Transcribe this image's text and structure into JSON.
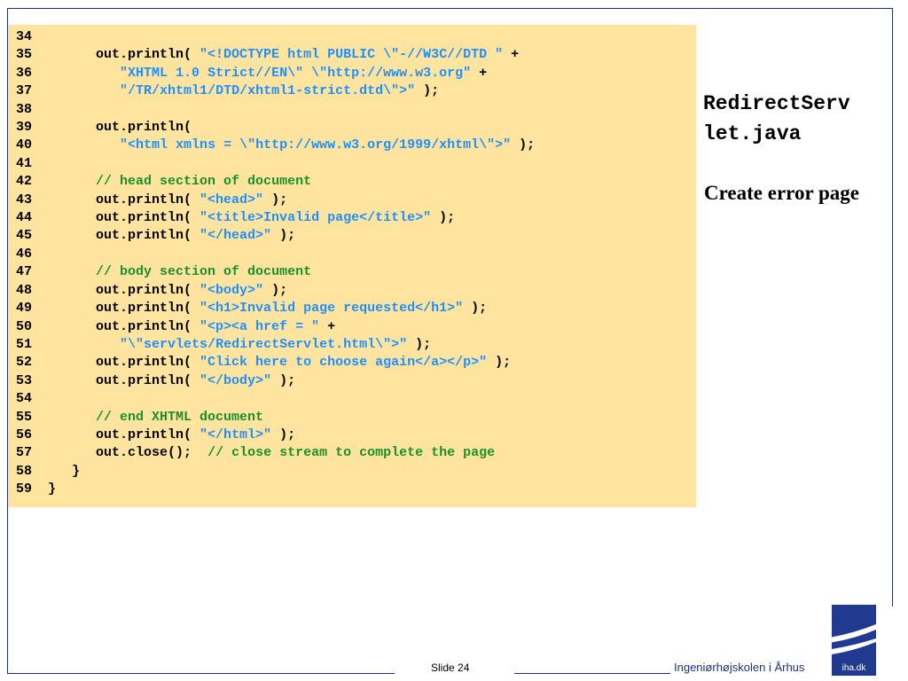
{
  "code_lines": [
    {
      "n": "34",
      "parts": []
    },
    {
      "n": "35",
      "parts": [
        {
          "t": "        out.println( ",
          "k": "plain"
        },
        {
          "t": "\"<!DOCTYPE html PUBLIC \\\"-//W3C//DTD \"",
          "k": "str"
        },
        {
          "t": " +",
          "k": "plain"
        }
      ]
    },
    {
      "n": "36",
      "parts": [
        {
          "t": "           ",
          "k": "plain"
        },
        {
          "t": "\"XHTML 1.0 Strict//EN\\\" \\\"http://www.w3.org\"",
          "k": "str"
        },
        {
          "t": " +",
          "k": "plain"
        }
      ]
    },
    {
      "n": "37",
      "parts": [
        {
          "t": "           ",
          "k": "plain"
        },
        {
          "t": "\"/TR/xhtml1/DTD/xhtml1-strict.dtd\\\">\"",
          "k": "str"
        },
        {
          "t": " );",
          "k": "plain"
        }
      ]
    },
    {
      "n": "38",
      "parts": []
    },
    {
      "n": "39",
      "parts": [
        {
          "t": "        out.println(",
          "k": "plain"
        }
      ]
    },
    {
      "n": "40",
      "parts": [
        {
          "t": "           ",
          "k": "plain"
        },
        {
          "t": "\"<html xmlns = \\\"http://www.w3.org/1999/xhtml\\\">\"",
          "k": "str"
        },
        {
          "t": " );",
          "k": "plain"
        }
      ]
    },
    {
      "n": "41",
      "parts": []
    },
    {
      "n": "42",
      "parts": [
        {
          "t": "        ",
          "k": "plain"
        },
        {
          "t": "// head section of document",
          "k": "cmt"
        }
      ]
    },
    {
      "n": "43",
      "parts": [
        {
          "t": "        out.println( ",
          "k": "plain"
        },
        {
          "t": "\"<head>\"",
          "k": "str"
        },
        {
          "t": " );",
          "k": "plain"
        }
      ]
    },
    {
      "n": "44",
      "parts": [
        {
          "t": "        out.println( ",
          "k": "plain"
        },
        {
          "t": "\"<title>Invalid page</title>\"",
          "k": "str"
        },
        {
          "t": " );",
          "k": "plain"
        }
      ]
    },
    {
      "n": "45",
      "parts": [
        {
          "t": "        out.println( ",
          "k": "plain"
        },
        {
          "t": "\"</head>\"",
          "k": "str"
        },
        {
          "t": " );",
          "k": "plain"
        }
      ]
    },
    {
      "n": "46",
      "parts": []
    },
    {
      "n": "47",
      "parts": [
        {
          "t": "        ",
          "k": "plain"
        },
        {
          "t": "// body section of document",
          "k": "cmt"
        }
      ]
    },
    {
      "n": "48",
      "parts": [
        {
          "t": "        out.println( ",
          "k": "plain"
        },
        {
          "t": "\"<body>\"",
          "k": "str"
        },
        {
          "t": " );",
          "k": "plain"
        }
      ]
    },
    {
      "n": "49",
      "parts": [
        {
          "t": "        out.println( ",
          "k": "plain"
        },
        {
          "t": "\"<h1>Invalid page requested</h1>\"",
          "k": "str"
        },
        {
          "t": " );",
          "k": "plain"
        }
      ]
    },
    {
      "n": "50",
      "parts": [
        {
          "t": "        out.println( ",
          "k": "plain"
        },
        {
          "t": "\"<p><a href = \"",
          "k": "str"
        },
        {
          "t": " +",
          "k": "plain"
        }
      ]
    },
    {
      "n": "51",
      "parts": [
        {
          "t": "           ",
          "k": "plain"
        },
        {
          "t": "\"\\\"servlets/RedirectServlet.html\\\">\"",
          "k": "str"
        },
        {
          "t": " );",
          "k": "plain"
        }
      ]
    },
    {
      "n": "52",
      "parts": [
        {
          "t": "        out.println( ",
          "k": "plain"
        },
        {
          "t": "\"Click here to choose again</a></p>\"",
          "k": "str"
        },
        {
          "t": " );",
          "k": "plain"
        }
      ]
    },
    {
      "n": "53",
      "parts": [
        {
          "t": "        out.println( ",
          "k": "plain"
        },
        {
          "t": "\"</body>\"",
          "k": "str"
        },
        {
          "t": " );",
          "k": "plain"
        }
      ]
    },
    {
      "n": "54",
      "parts": []
    },
    {
      "n": "55",
      "parts": [
        {
          "t": "        ",
          "k": "plain"
        },
        {
          "t": "// end XHTML document",
          "k": "cmt"
        }
      ]
    },
    {
      "n": "56",
      "parts": [
        {
          "t": "        out.println( ",
          "k": "plain"
        },
        {
          "t": "\"</html>\"",
          "k": "str"
        },
        {
          "t": " );",
          "k": "plain"
        }
      ]
    },
    {
      "n": "57",
      "parts": [
        {
          "t": "        out.close();  ",
          "k": "plain"
        },
        {
          "t": "// close stream to complete the page",
          "k": "cmt"
        }
      ]
    },
    {
      "n": "58",
      "parts": [
        {
          "t": "     }",
          "k": "plain"
        }
      ]
    },
    {
      "n": "59",
      "parts": [
        {
          "t": "  }",
          "k": "plain"
        }
      ]
    }
  ],
  "side": {
    "title_line1": "RedirectServ",
    "title_line2": "let.java",
    "subtitle": "Create error page"
  },
  "footer": {
    "slide": "Slide 24",
    "institution": "Ingeniørhøjskolen i Århus",
    "logo_text": "iha.dk"
  },
  "colors": {
    "panel": "#ffe4a0",
    "string": "#1f8fff",
    "comment": "#1a8f2a",
    "frame": "#1f2f7a"
  }
}
